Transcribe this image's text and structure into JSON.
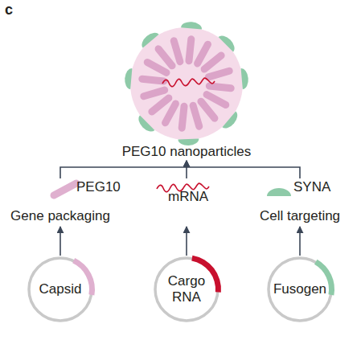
{
  "diagram": {
    "nodes": [
      {
        "text": [
          "PEG10 nanoparticles"
        ]
      },
      {
        "text": [
          "PEG10",
          "Gene packaging"
        ]
      },
      {
        "text": [
          "mRNA"
        ]
      },
      {
        "text": [
          "SYNA",
          "Cell targeting"
        ]
      },
      {
        "text": [
          "Capsid"
        ]
      },
      {
        "text": [
          "Cargo RNA"
        ]
      },
      {
        "text": [
          "Fusogen"
        ]
      }
    ],
    "edges": [
      {
        "from": 4,
        "to": 1,
        "arrow": "to"
      },
      {
        "from": 5,
        "to": 2,
        "arrow": "to"
      },
      {
        "from": 6,
        "to": 3,
        "arrow": "to"
      },
      {
        "from": 1,
        "to": 0,
        "arrow": "to"
      },
      {
        "from": 2,
        "to": 0,
        "arrow": "to"
      },
      {
        "from": 3,
        "to": 0,
        "arrow": "to"
      }
    ],
    "labels": [
      "c"
    ]
  }
}
